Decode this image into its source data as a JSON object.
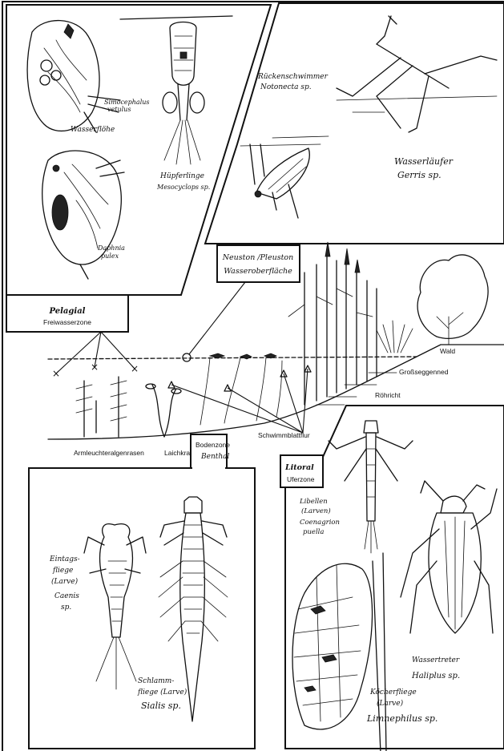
{
  "zones": {
    "pelagial": {
      "title": "Pelagial",
      "subtitle": "Freiwasserzone"
    },
    "neuston": {
      "line1": "Neuston /Pleuston",
      "line2": "Wasseroberfläche"
    },
    "benthal": {
      "title": "Bodenzone",
      "subtitle": "Benthal"
    },
    "litoral": {
      "title": "Litoral",
      "subtitle": "Uferzone"
    }
  },
  "habitats": {
    "wald": "Wald",
    "grosseggenned": "Großseggenned",
    "roehricht": "Röhricht",
    "schwimmblattflur": "Schwimmblattflur",
    "laichkrautflur": "Laichkrautflur",
    "armleuchteralgenrasen": "Armleuchteralgenrasen"
  },
  "organisms": {
    "simocephalus": {
      "line1": "Simocephalus",
      "line2": "vetulus"
    },
    "wasserfloehe": "Wasserflöhe",
    "daphnia": {
      "line1": "Daphnia",
      "line2": "pulex"
    },
    "huepferlinge": {
      "line1": "Hüpferlinge",
      "line2": "Mesocyclops sp."
    },
    "rueckenschwimmer": {
      "line1": "Rückenschwimmer",
      "line2": "Notonecta sp."
    },
    "wasserlaeufer": {
      "line1": "Wasserläufer",
      "line2": "Gerris sp."
    },
    "eintagsfliege": {
      "line1": "Eintags-",
      "line2": "fliege",
      "line3": "(Larve)",
      "line4": "Caenis",
      "line5": "sp."
    },
    "schlammfliege": {
      "line1": "Schlamm-",
      "line2": "fliege (Larve)",
      "line3": "Sialis sp."
    },
    "libellen": {
      "line1": "Libellen",
      "line2": "(Larven)",
      "line3": "Coenagrion",
      "line4": "puella"
    },
    "wassertreter": {
      "line1": "Wassertreter",
      "line2": "Haliplus sp."
    },
    "koecherfliege": {
      "line1": "Köcherfliege",
      "line2": "(Larve)",
      "line3": "Limnephilus sp."
    }
  }
}
